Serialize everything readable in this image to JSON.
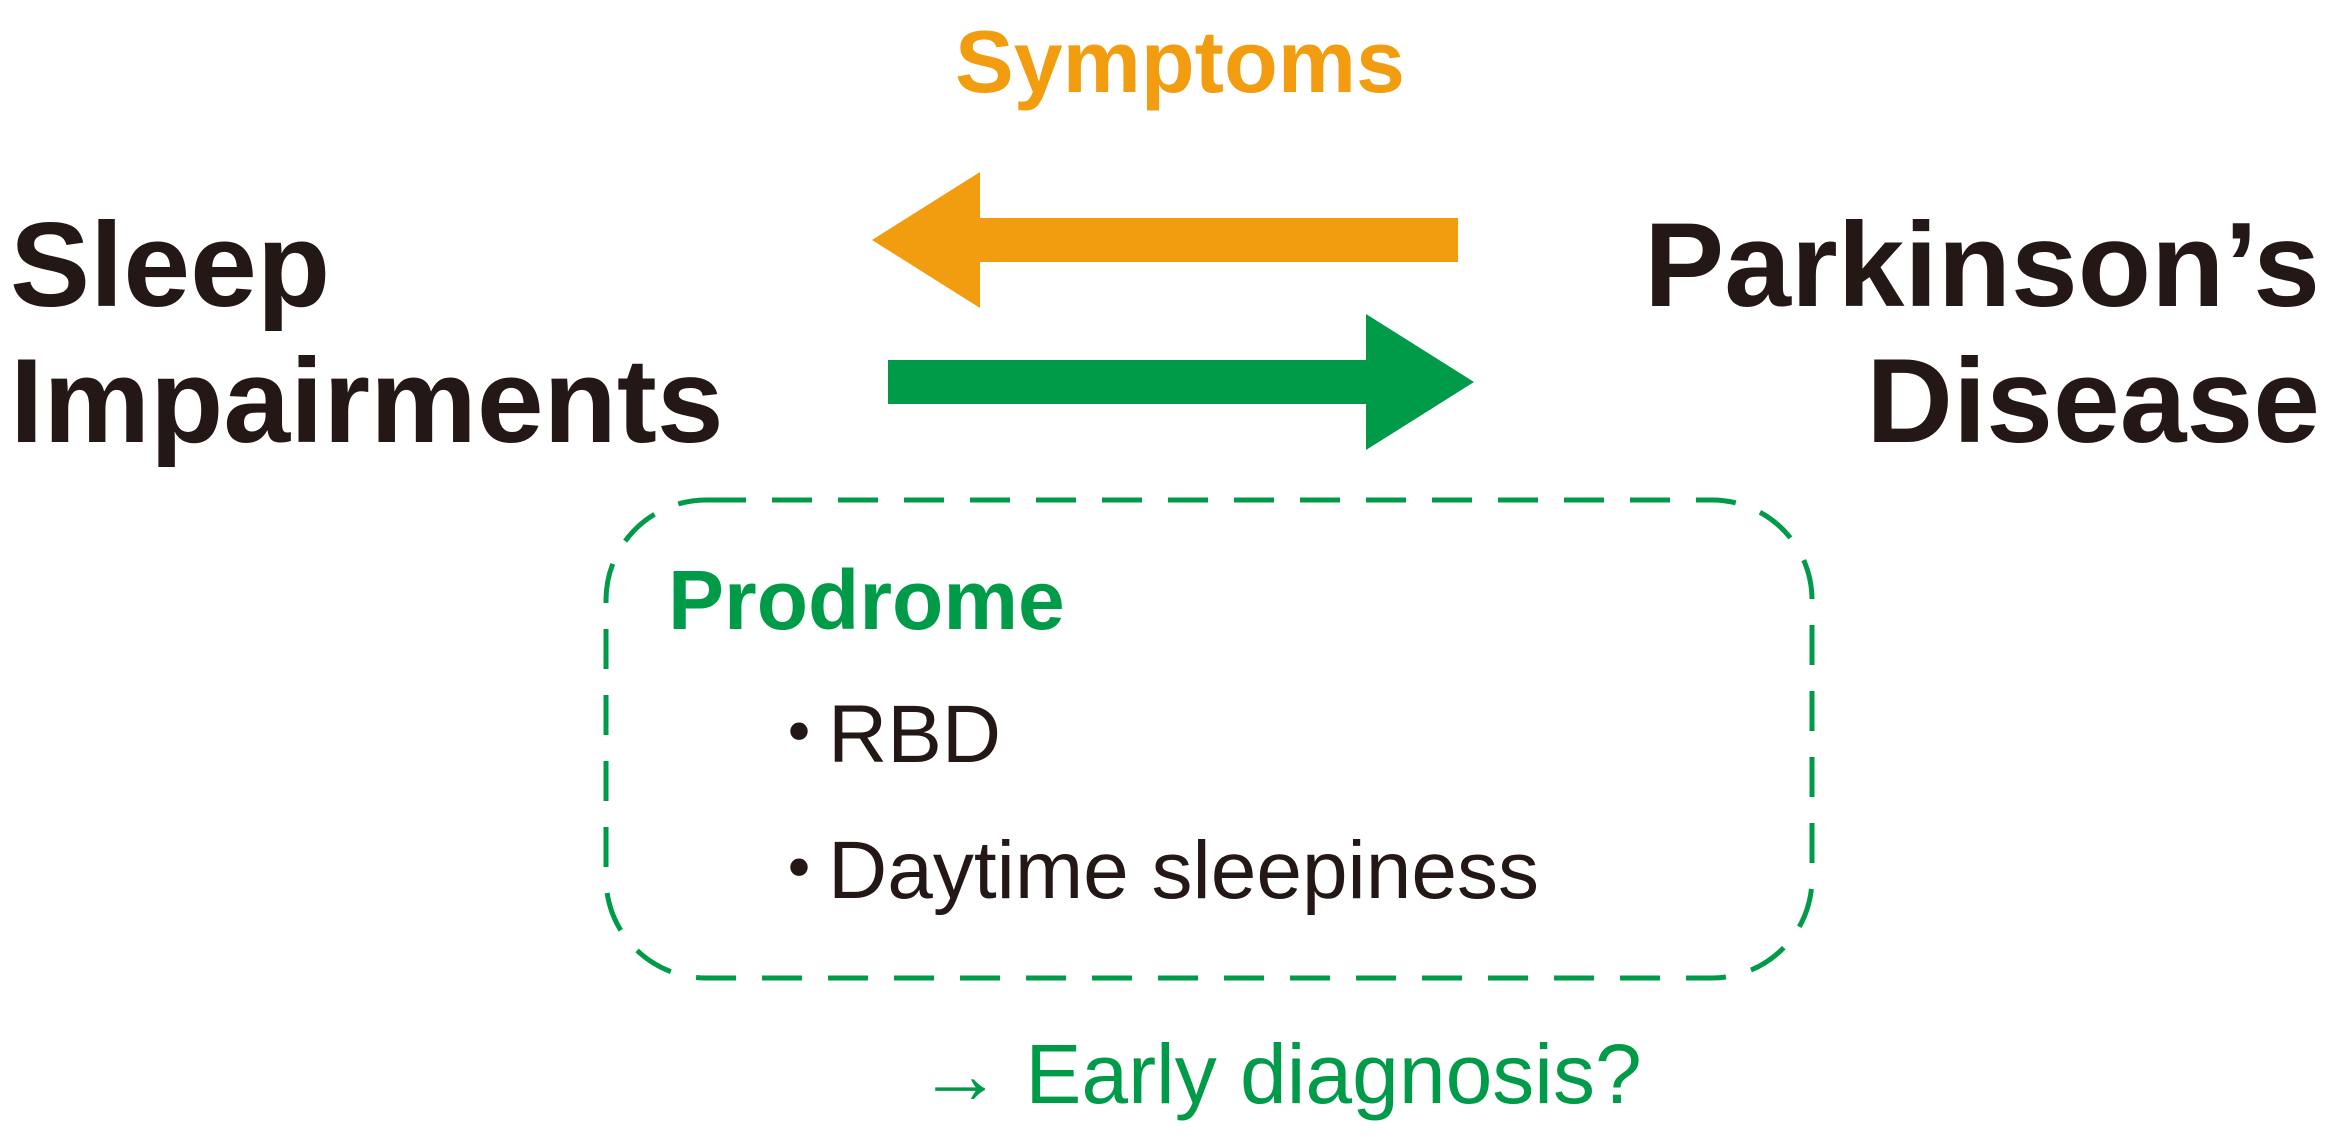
{
  "symptoms_label": "Symptoms",
  "left_node": {
    "line1": "Sleep",
    "line2": "Impairments"
  },
  "right_node": {
    "line1": "Parkinson’s",
    "line2": "Disease"
  },
  "prodrome": {
    "title": "Prodrome",
    "bullet": "・",
    "items": [
      "RBD",
      "Daytime sleepiness"
    ]
  },
  "early_diagnosis": "→ Early diagnosis?",
  "colors": {
    "symptoms_arrow": "#F29C0F",
    "prodrome_arrow": "#009B48",
    "dashed_box": "#009B48",
    "text": "#231815"
  }
}
